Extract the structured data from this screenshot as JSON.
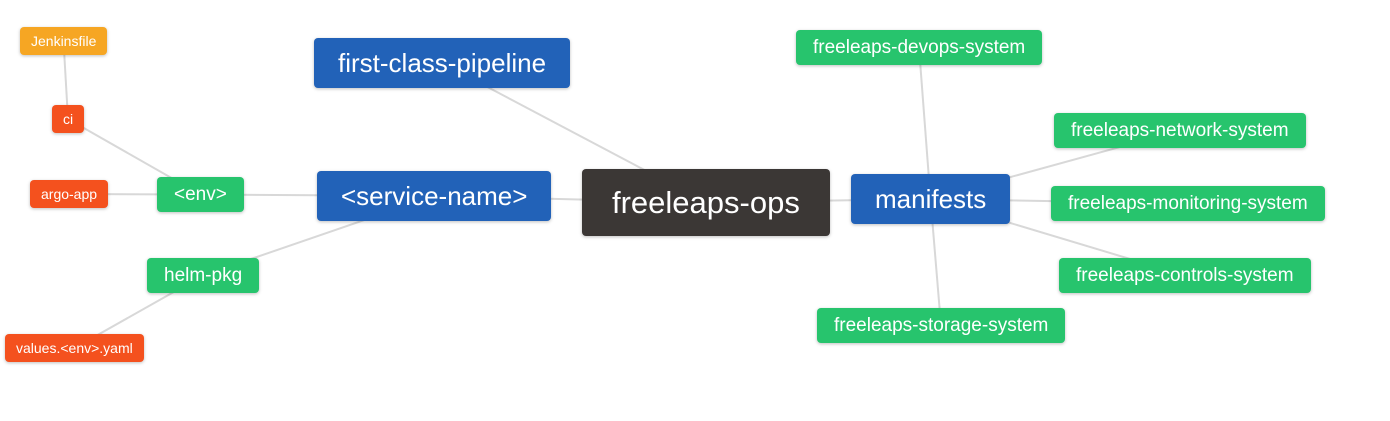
{
  "diagram": {
    "title": "freeleaps-ops mindmap",
    "colors": {
      "root": "#3b3735",
      "primary": "#2262b8",
      "secondary": "#27c46d",
      "alert": "#f4511e",
      "warn": "#f6a623",
      "edge": "#d8d8d8"
    },
    "nodes": [
      {
        "id": "jenkinsfile",
        "label": "Jenkinsfile",
        "type": "warn"
      },
      {
        "id": "ci",
        "label": "ci",
        "type": "alert"
      },
      {
        "id": "argo-app",
        "label": "argo-app",
        "type": "alert"
      },
      {
        "id": "env",
        "label": "<env>",
        "type": "secondary"
      },
      {
        "id": "helm-pkg",
        "label": "helm-pkg",
        "type": "secondary"
      },
      {
        "id": "values-env-yaml",
        "label": "values.<env>.yaml",
        "type": "alert"
      },
      {
        "id": "first-class-pipeline",
        "label": "first-class-pipeline",
        "type": "primary"
      },
      {
        "id": "service-name",
        "label": "<service-name>",
        "type": "primary"
      },
      {
        "id": "freeleaps-ops",
        "label": "freeleaps-ops",
        "type": "root"
      },
      {
        "id": "manifests",
        "label": "manifests",
        "type": "primary"
      },
      {
        "id": "freeleaps-devops-system",
        "label": "freeleaps-devops-system",
        "type": "secondary"
      },
      {
        "id": "freeleaps-network-system",
        "label": "freeleaps-network-system",
        "type": "secondary"
      },
      {
        "id": "freeleaps-monitoring-system",
        "label": "freeleaps-monitoring-system",
        "type": "secondary"
      },
      {
        "id": "freeleaps-controls-system",
        "label": "freeleaps-controls-system",
        "type": "secondary"
      },
      {
        "id": "freeleaps-storage-system",
        "label": "freeleaps-storage-system",
        "type": "secondary"
      }
    ],
    "edges": [
      [
        "jenkinsfile",
        "ci"
      ],
      [
        "ci",
        "env"
      ],
      [
        "argo-app",
        "env"
      ],
      [
        "env",
        "service-name"
      ],
      [
        "helm-pkg",
        "service-name"
      ],
      [
        "values-env-yaml",
        "helm-pkg"
      ],
      [
        "first-class-pipeline",
        "freeleaps-ops"
      ],
      [
        "service-name",
        "freeleaps-ops"
      ],
      [
        "freeleaps-ops",
        "manifests"
      ],
      [
        "manifests",
        "freeleaps-devops-system"
      ],
      [
        "manifests",
        "freeleaps-network-system"
      ],
      [
        "manifests",
        "freeleaps-monitoring-system"
      ],
      [
        "manifests",
        "freeleaps-controls-system"
      ],
      [
        "manifests",
        "freeleaps-storage-system"
      ]
    ]
  }
}
